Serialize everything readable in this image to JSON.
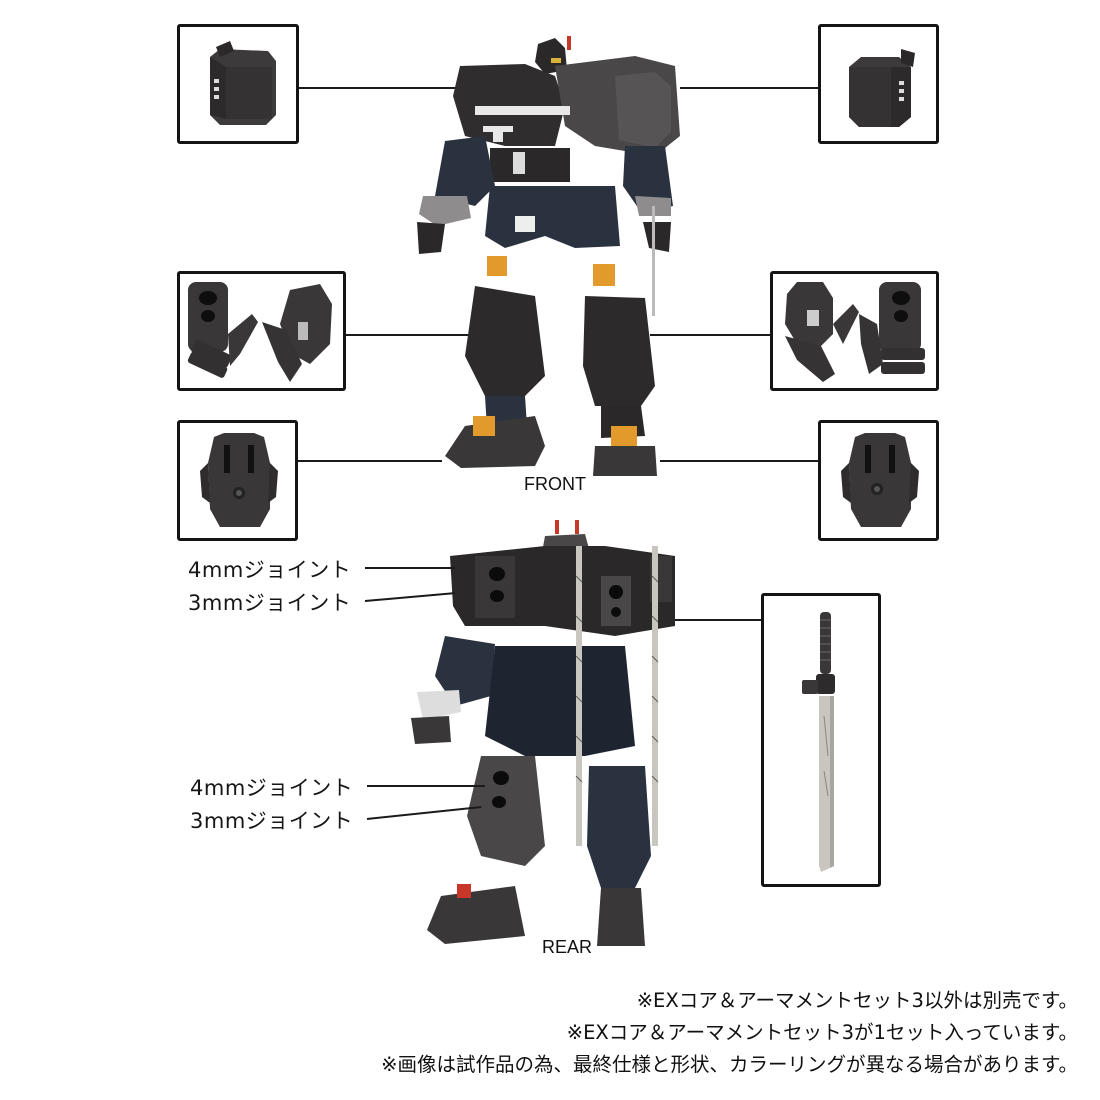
{
  "figure": {
    "front_view": {
      "label": "FRONT"
    },
    "rear_view": {
      "label": "REAR"
    },
    "joint_callouts_upper": [
      {
        "label": "4mmジョイント"
      },
      {
        "label": "3mmジョイント"
      }
    ],
    "joint_callouts_lower": [
      {
        "label": "4mmジョイント"
      },
      {
        "label": "3mmジョイント"
      }
    ],
    "part_boxes": [
      {
        "id": "shoulder-armor-left",
        "description": "shoulder armor part"
      },
      {
        "id": "shoulder-armor-right",
        "description": "shoulder armor part"
      },
      {
        "id": "leg-armor-left",
        "description": "two leg armor parts"
      },
      {
        "id": "leg-armor-right",
        "description": "two leg armor parts"
      },
      {
        "id": "foot-part-left",
        "description": "foot/ankle part"
      },
      {
        "id": "foot-part-right",
        "description": "foot/ankle part"
      },
      {
        "id": "sword",
        "description": "sword weapon"
      }
    ]
  },
  "notes": [
    "※EXコア＆アーマメントセット3以外は別売です。",
    "※EXコア＆アーマメントセット3が1セット入っています。",
    "※画像は試作品の為、最終仕様と形状、カラーリングが異なる場合があります。"
  ],
  "colors": {
    "armor_dark": "#2b2a2c",
    "armor_mid": "#4a4749",
    "armor_navy": "#2a3240",
    "accent_orange": "#e39a2c",
    "accent_red": "#c8382a",
    "blade_silver": "#c9c6c0",
    "border": "#141414"
  }
}
